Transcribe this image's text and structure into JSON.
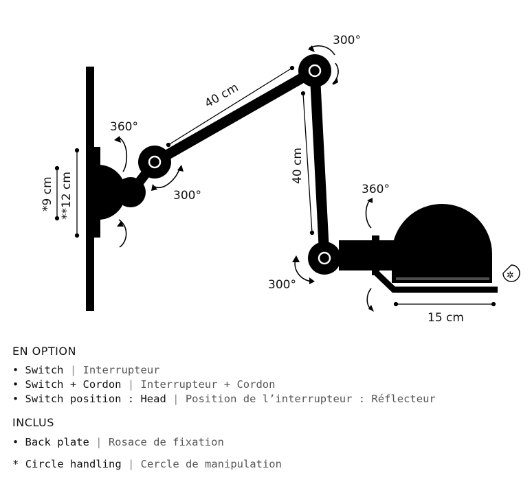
{
  "dimensions": {
    "arm1_length": "40 cm",
    "arm2_length": "40 cm",
    "shade_length": "15 cm",
    "plate_small": "*9 cm",
    "plate_large": "**12 cm"
  },
  "rotations": {
    "base": "360°",
    "elbow_lower": "300°",
    "elbow_upper": "300°",
    "elbow_bottom": "300°",
    "head": "360°"
  },
  "options": {
    "title": "EN OPTION",
    "items": [
      {
        "bullet": "•",
        "en": "Switch",
        "sep": " | ",
        "fr": "Interrupteur"
      },
      {
        "bullet": "•",
        "en": "Switch + Cordon",
        "sep": " | ",
        "fr": "Interrupteur + Cordon"
      },
      {
        "bullet": "•",
        "en": "Switch position : Head",
        "sep": " | ",
        "fr": "Position de l’interrupteur : Réflecteur"
      }
    ]
  },
  "included": {
    "title": "INCLUS",
    "items": [
      {
        "bullet": "•",
        "en": "Back plate",
        "sep": " | ",
        "fr": "Rosace de fixation"
      }
    ]
  },
  "footnote": {
    "bullet": "*",
    "en": "Circle handling",
    "sep": " | ",
    "fr": "Cercle de manipulation"
  }
}
